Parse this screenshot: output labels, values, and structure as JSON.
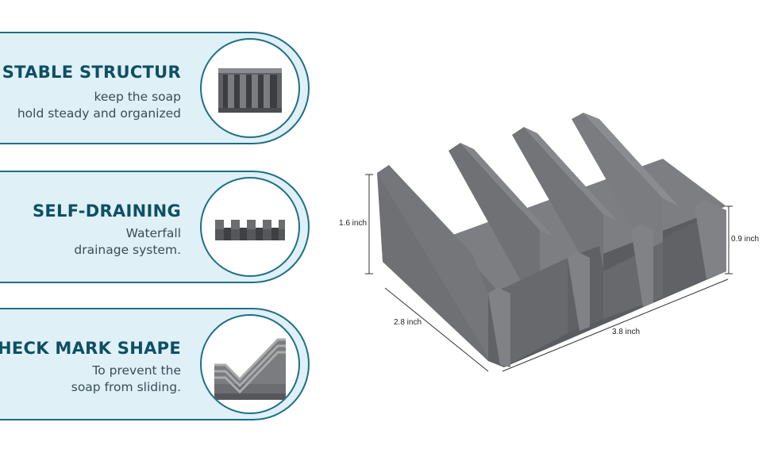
{
  "features": [
    {
      "title": "STABLE STRUCTUR",
      "line1": "keep the soap",
      "line2": "hold steady and organized",
      "icon": "ridged-tray-icon"
    },
    {
      "title": "SELF-DRAINING",
      "line1": "Waterfall",
      "line2": "drainage system.",
      "icon": "drainage-tray-icon"
    },
    {
      "title": "CHECK MARK SHAPE",
      "line1": "To prevent the",
      "line2": "soap from sliding.",
      "icon": "check-mark-profile-icon"
    }
  ],
  "dimensions": {
    "height_back": "1.6 inch",
    "height_front": "0.9 inch",
    "depth": "2.8 inch",
    "width": "3.8 inch"
  },
  "colors": {
    "panel_bg": "#dff0f7",
    "border": "#1f6f86",
    "title": "#0e4f63",
    "product_gray": "#6b6d70"
  }
}
